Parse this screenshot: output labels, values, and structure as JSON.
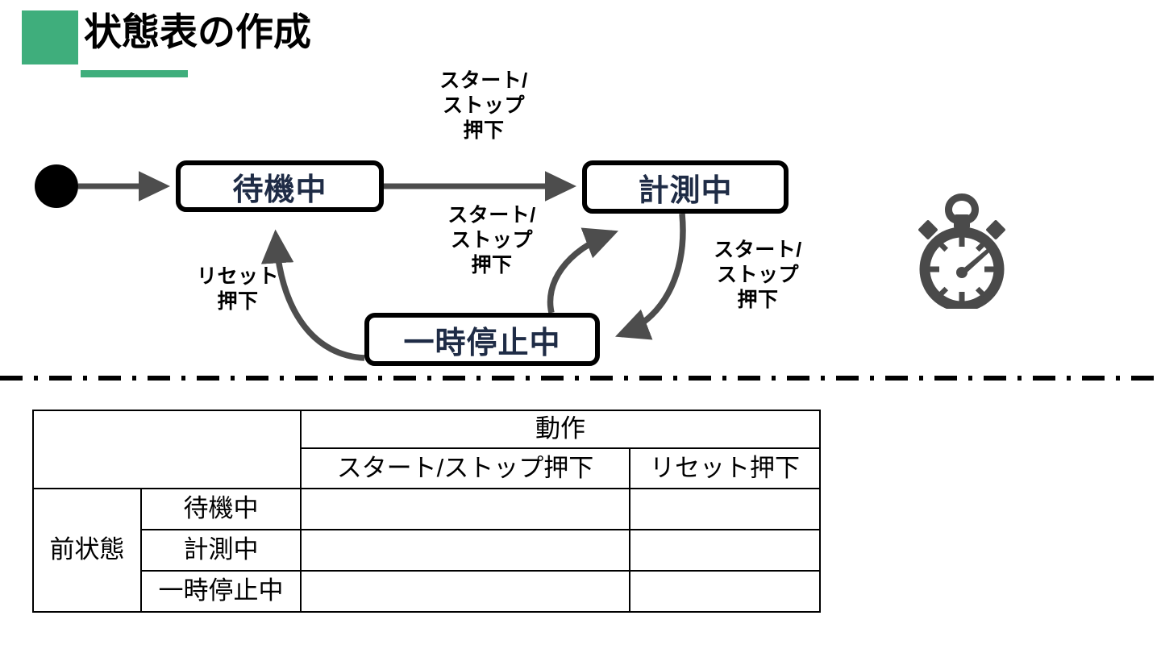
{
  "title": {
    "text": "状態表の作成",
    "accent_color": "#3fae7c"
  },
  "diagram": {
    "type": "state-machine",
    "initial_state_marker": "filled-circle",
    "states": [
      {
        "id": "idle",
        "label": "待機中"
      },
      {
        "id": "measuring",
        "label": "計測中"
      },
      {
        "id": "paused",
        "label": "一時停止中"
      }
    ],
    "transitions": [
      {
        "from": "initial",
        "to": "idle",
        "label": ""
      },
      {
        "from": "idle",
        "to": "measuring",
        "label": "スタート/\nストップ\n押下"
      },
      {
        "from": "paused",
        "to": "measuring",
        "label": "スタート/\nストップ\n押下"
      },
      {
        "from": "measuring",
        "to": "paused",
        "label": "スタート/\nストップ\n押下"
      },
      {
        "from": "paused",
        "to": "idle",
        "label": "リセット\n押下"
      }
    ],
    "state_text_color": "#1f2c46",
    "arrow_color": "#4d4d4d",
    "border_color": "#000000"
  },
  "decoration": {
    "stopwatch_icon": "stopwatch-icon",
    "stopwatch_color": "#4a4a4a",
    "divider_style": "dash-dot"
  },
  "table": {
    "corner_label": "",
    "row_group_header": "前状態",
    "column_group_header": "動作",
    "action_columns": [
      "スタート/ストップ押下",
      "リセット押下"
    ],
    "rows": [
      {
        "state": "待機中",
        "cells": [
          "",
          ""
        ]
      },
      {
        "state": "計測中",
        "cells": [
          "",
          ""
        ]
      },
      {
        "state": "一時停止中",
        "cells": [
          "",
          ""
        ]
      }
    ]
  }
}
